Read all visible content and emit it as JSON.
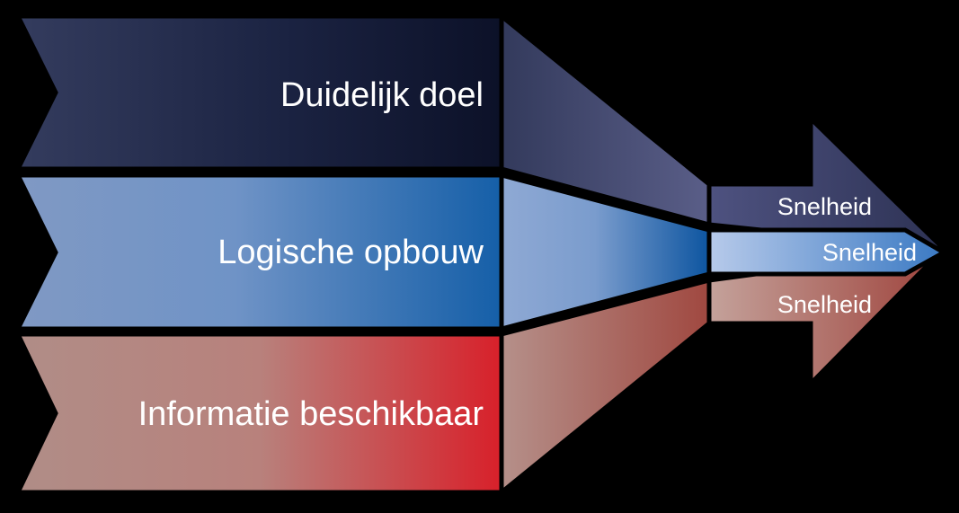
{
  "diagram": {
    "type": "converging-chevron-arrow",
    "title": "Duidelijk doel / Logische opbouw / Informatie beschikbaar leidt tot Snelheid",
    "background_color": "#000000",
    "outline_color": "#000000",
    "text_color": "#ffffff",
    "bands": [
      {
        "id": "band-top",
        "label": "Duidelijk doel",
        "arrow_label": "Snelheid",
        "chevron_fill_start": "#343c5e",
        "chevron_fill_end": "#0c1128",
        "tail_fill_start": "#333a5c",
        "tail_fill_end": "#5a5e88",
        "arrow_fill_start": "#4b4f7c",
        "arrow_fill_end": "#2f3456"
      },
      {
        "id": "band-middle",
        "label": "Logische opbouw",
        "arrow_label": "Snelheid",
        "chevron_fill_start": "#7e9ac6",
        "chevron_fill_end": "#1a5ea8",
        "tail_fill_start": "#8aa6d2",
        "tail_fill_end": "#0f56a0",
        "arrow_fill_start": "#b3c7e8",
        "arrow_fill_end": "#3b7ac4"
      },
      {
        "id": "band-bottom",
        "label": "Informatie beschikbaar",
        "arrow_label": "Snelheid",
        "chevron_fill_start": "#b08d87",
        "chevron_fill_end": "#d8202a",
        "tail_fill_start": "#b5908a",
        "tail_fill_end": "#a64b42",
        "arrow_fill_start": "#c2a099",
        "arrow_fill_end": "#a0433c"
      }
    ]
  }
}
